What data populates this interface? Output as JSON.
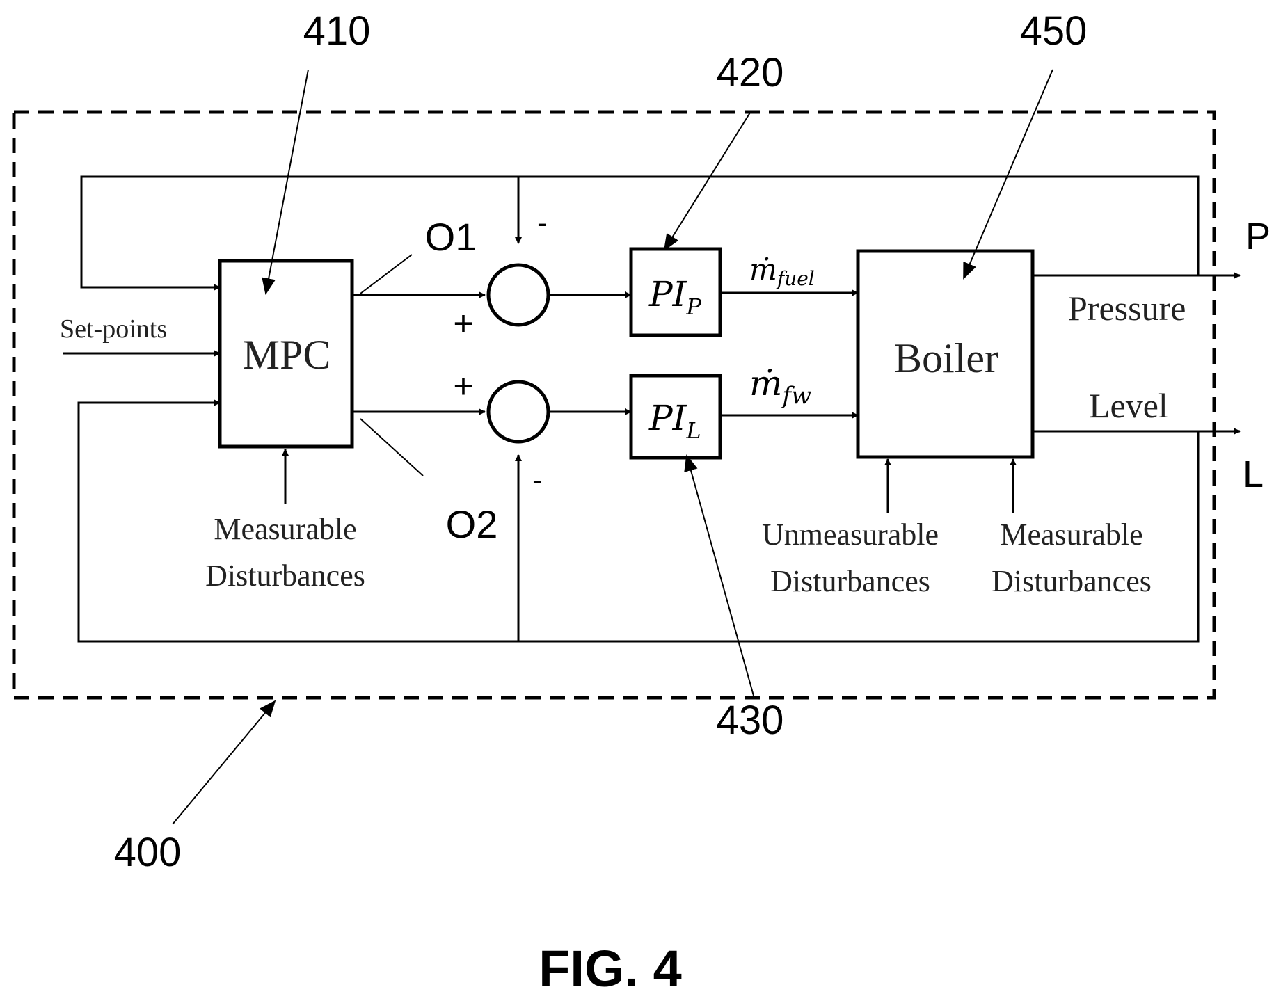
{
  "refs": {
    "system": "400",
    "mpc": "410",
    "pi_p": "420",
    "pi_l": "430",
    "boiler": "450"
  },
  "blocks": {
    "mpc": "MPC",
    "boiler": "Boiler",
    "pi_p_main": "PI",
    "pi_p_sub": "P",
    "pi_l_main": "PI",
    "pi_l_sub": "L"
  },
  "signals": {
    "m_fuel_main": "ṁ",
    "m_fuel_sub": "fuel",
    "m_fw_main": "ṁ",
    "m_fw_sub": "fw",
    "o1": "O1",
    "o2": "O2",
    "setpoints": "Set-points",
    "pressure": "Pressure",
    "level": "Level",
    "p": "P",
    "l": "L"
  },
  "signs": {
    "sum1_top": "-",
    "sum1_left": "+",
    "sum2_left": "+",
    "sum2_bottom": "-"
  },
  "disturbances": {
    "mpc_line1": "Measurable",
    "mpc_line2": "Disturbances",
    "unmeas_line1": "Unmeasurable",
    "unmeas_line2": "Disturbances",
    "meas_line1": "Measurable",
    "meas_line2": "Disturbances"
  },
  "caption": "FIG. 4"
}
